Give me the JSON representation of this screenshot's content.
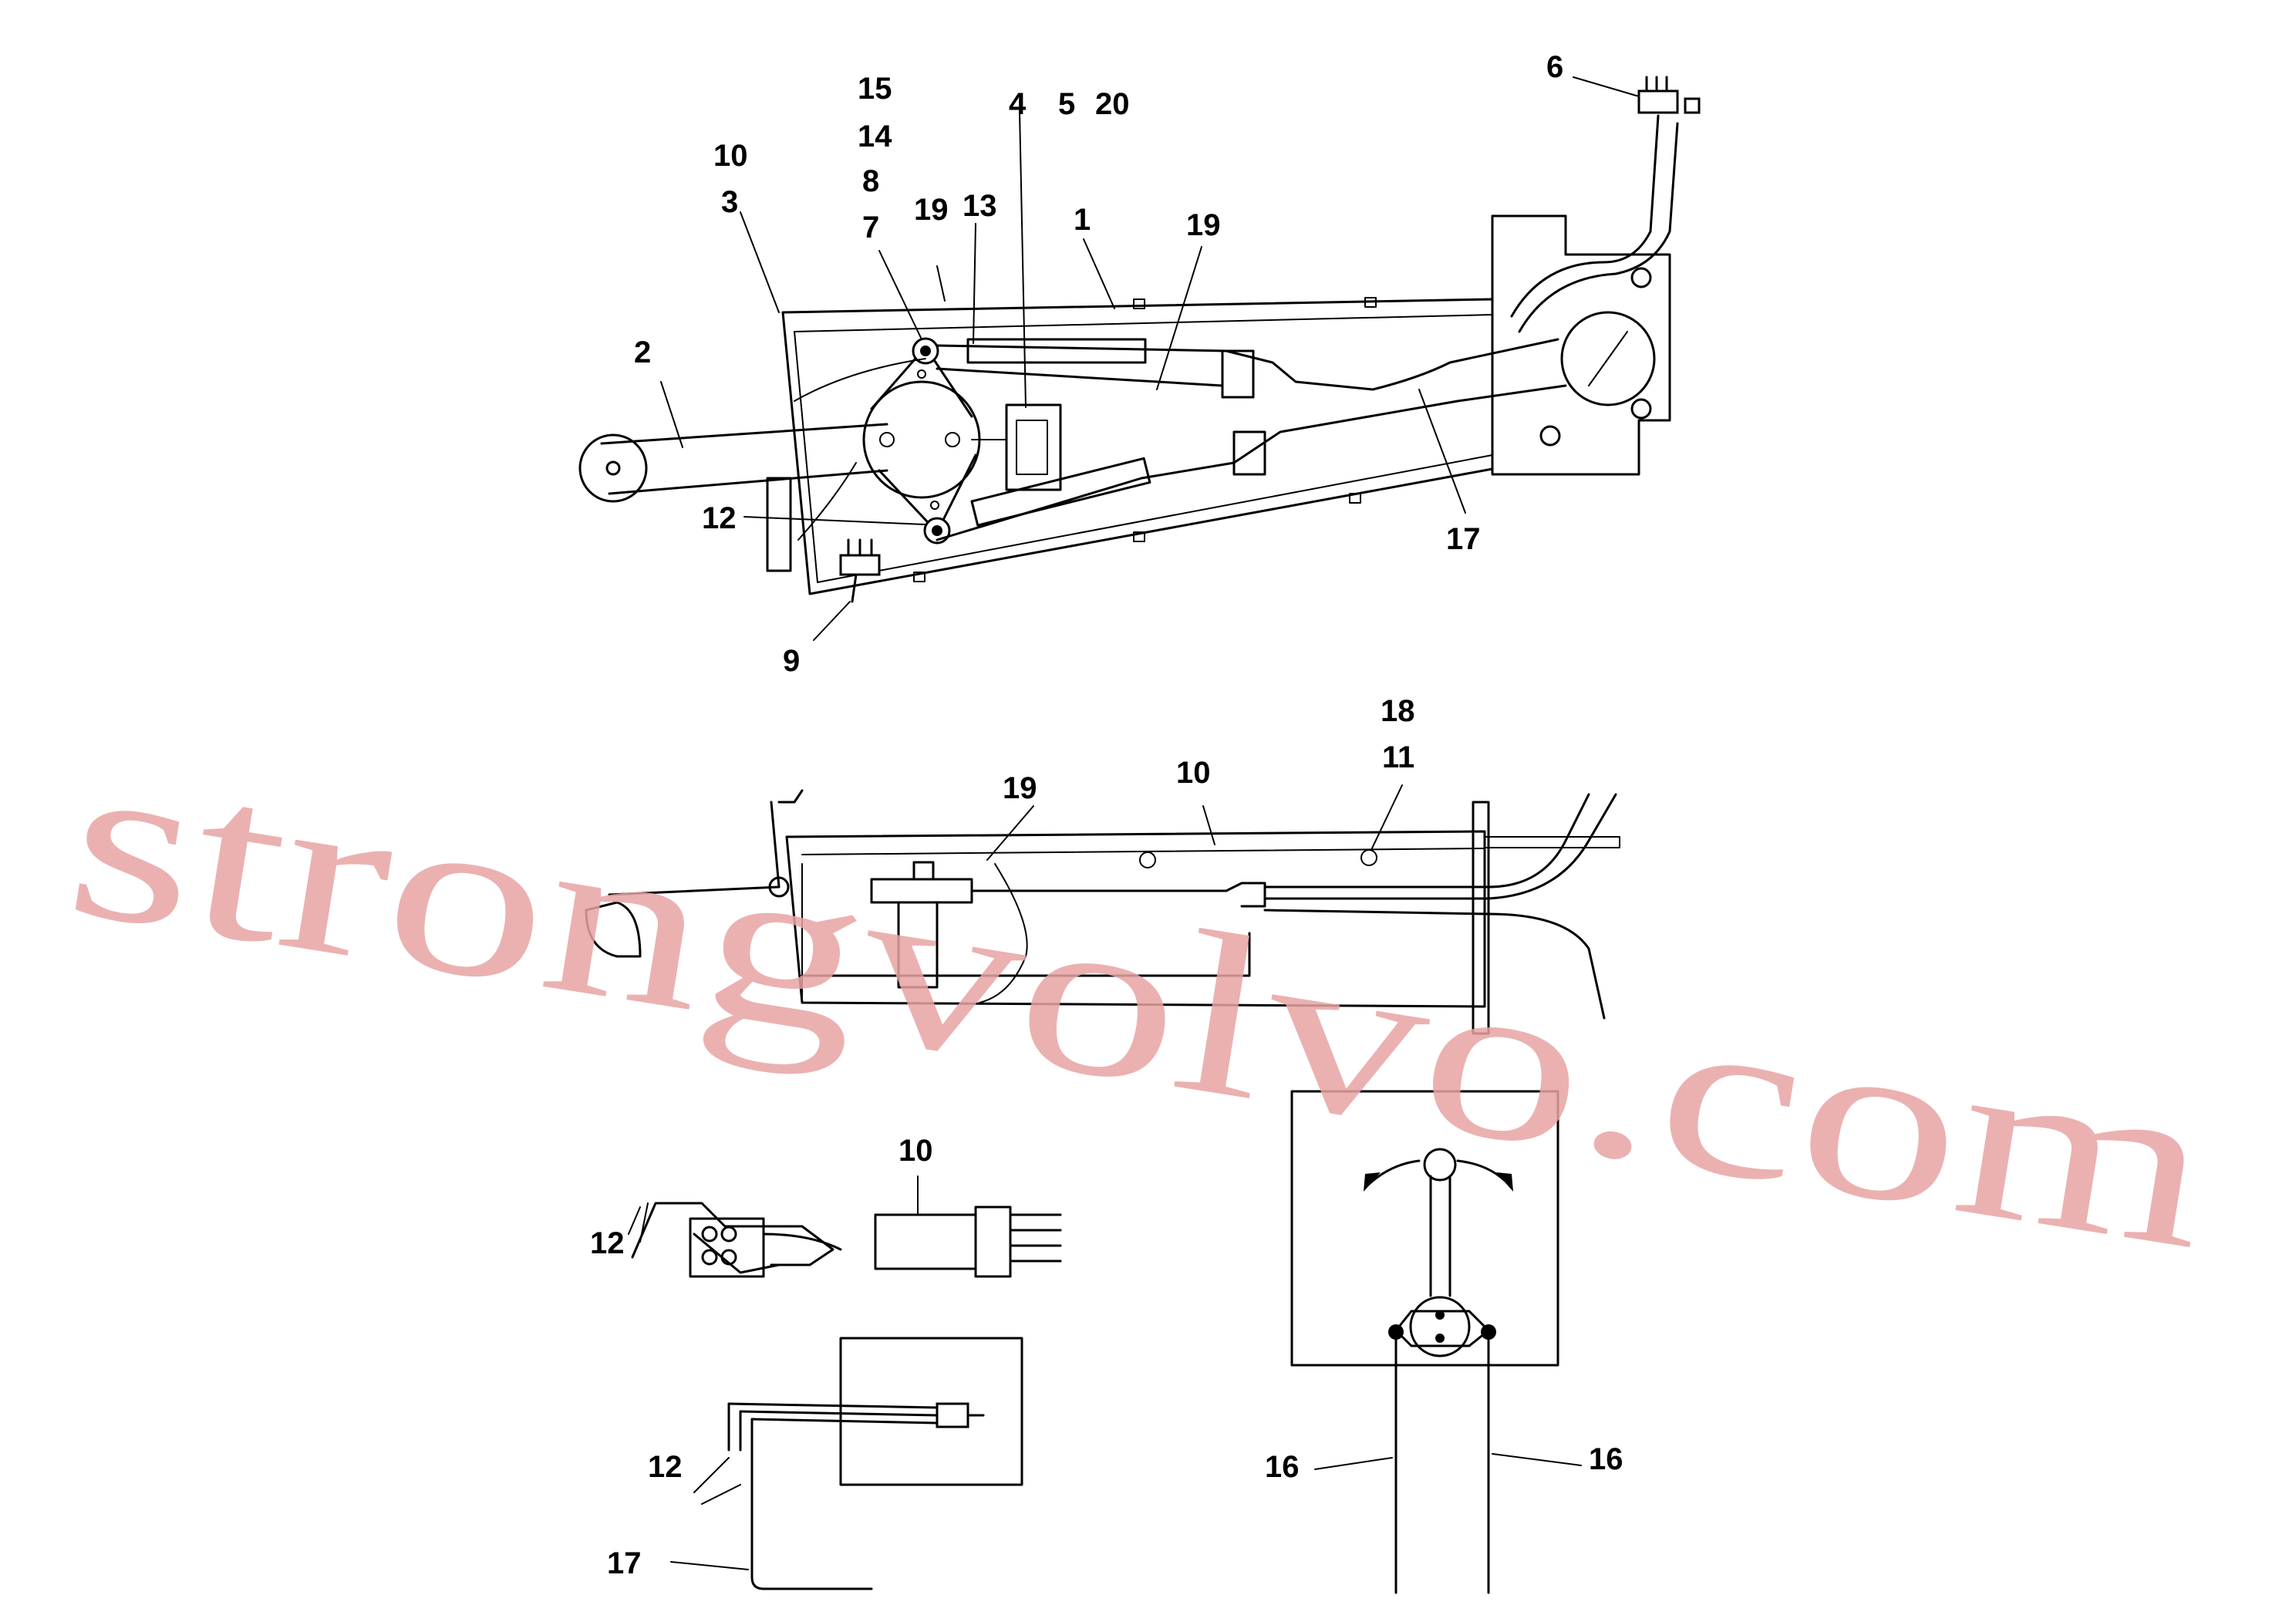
{
  "diagram": {
    "callouts": {
      "c15": "15",
      "c14": "14",
      "c8": "8",
      "c7": "7",
      "c10a": "10",
      "c3": "3",
      "c19a": "19",
      "c13": "13",
      "c4": "4",
      "c5": "5",
      "c20": "20",
      "c1": "1",
      "c19b": "19",
      "c6": "6",
      "c2": "2",
      "c12a": "12",
      "c17a": "17",
      "c9": "9",
      "c18": "18",
      "c11": "11",
      "c10b": "10",
      "c19c": "19",
      "c10c": "10",
      "c12b": "12",
      "c12c": "12",
      "c17b": "17",
      "c16a": "16",
      "c16b": "16"
    },
    "watermark": "strongvolvo.com"
  }
}
